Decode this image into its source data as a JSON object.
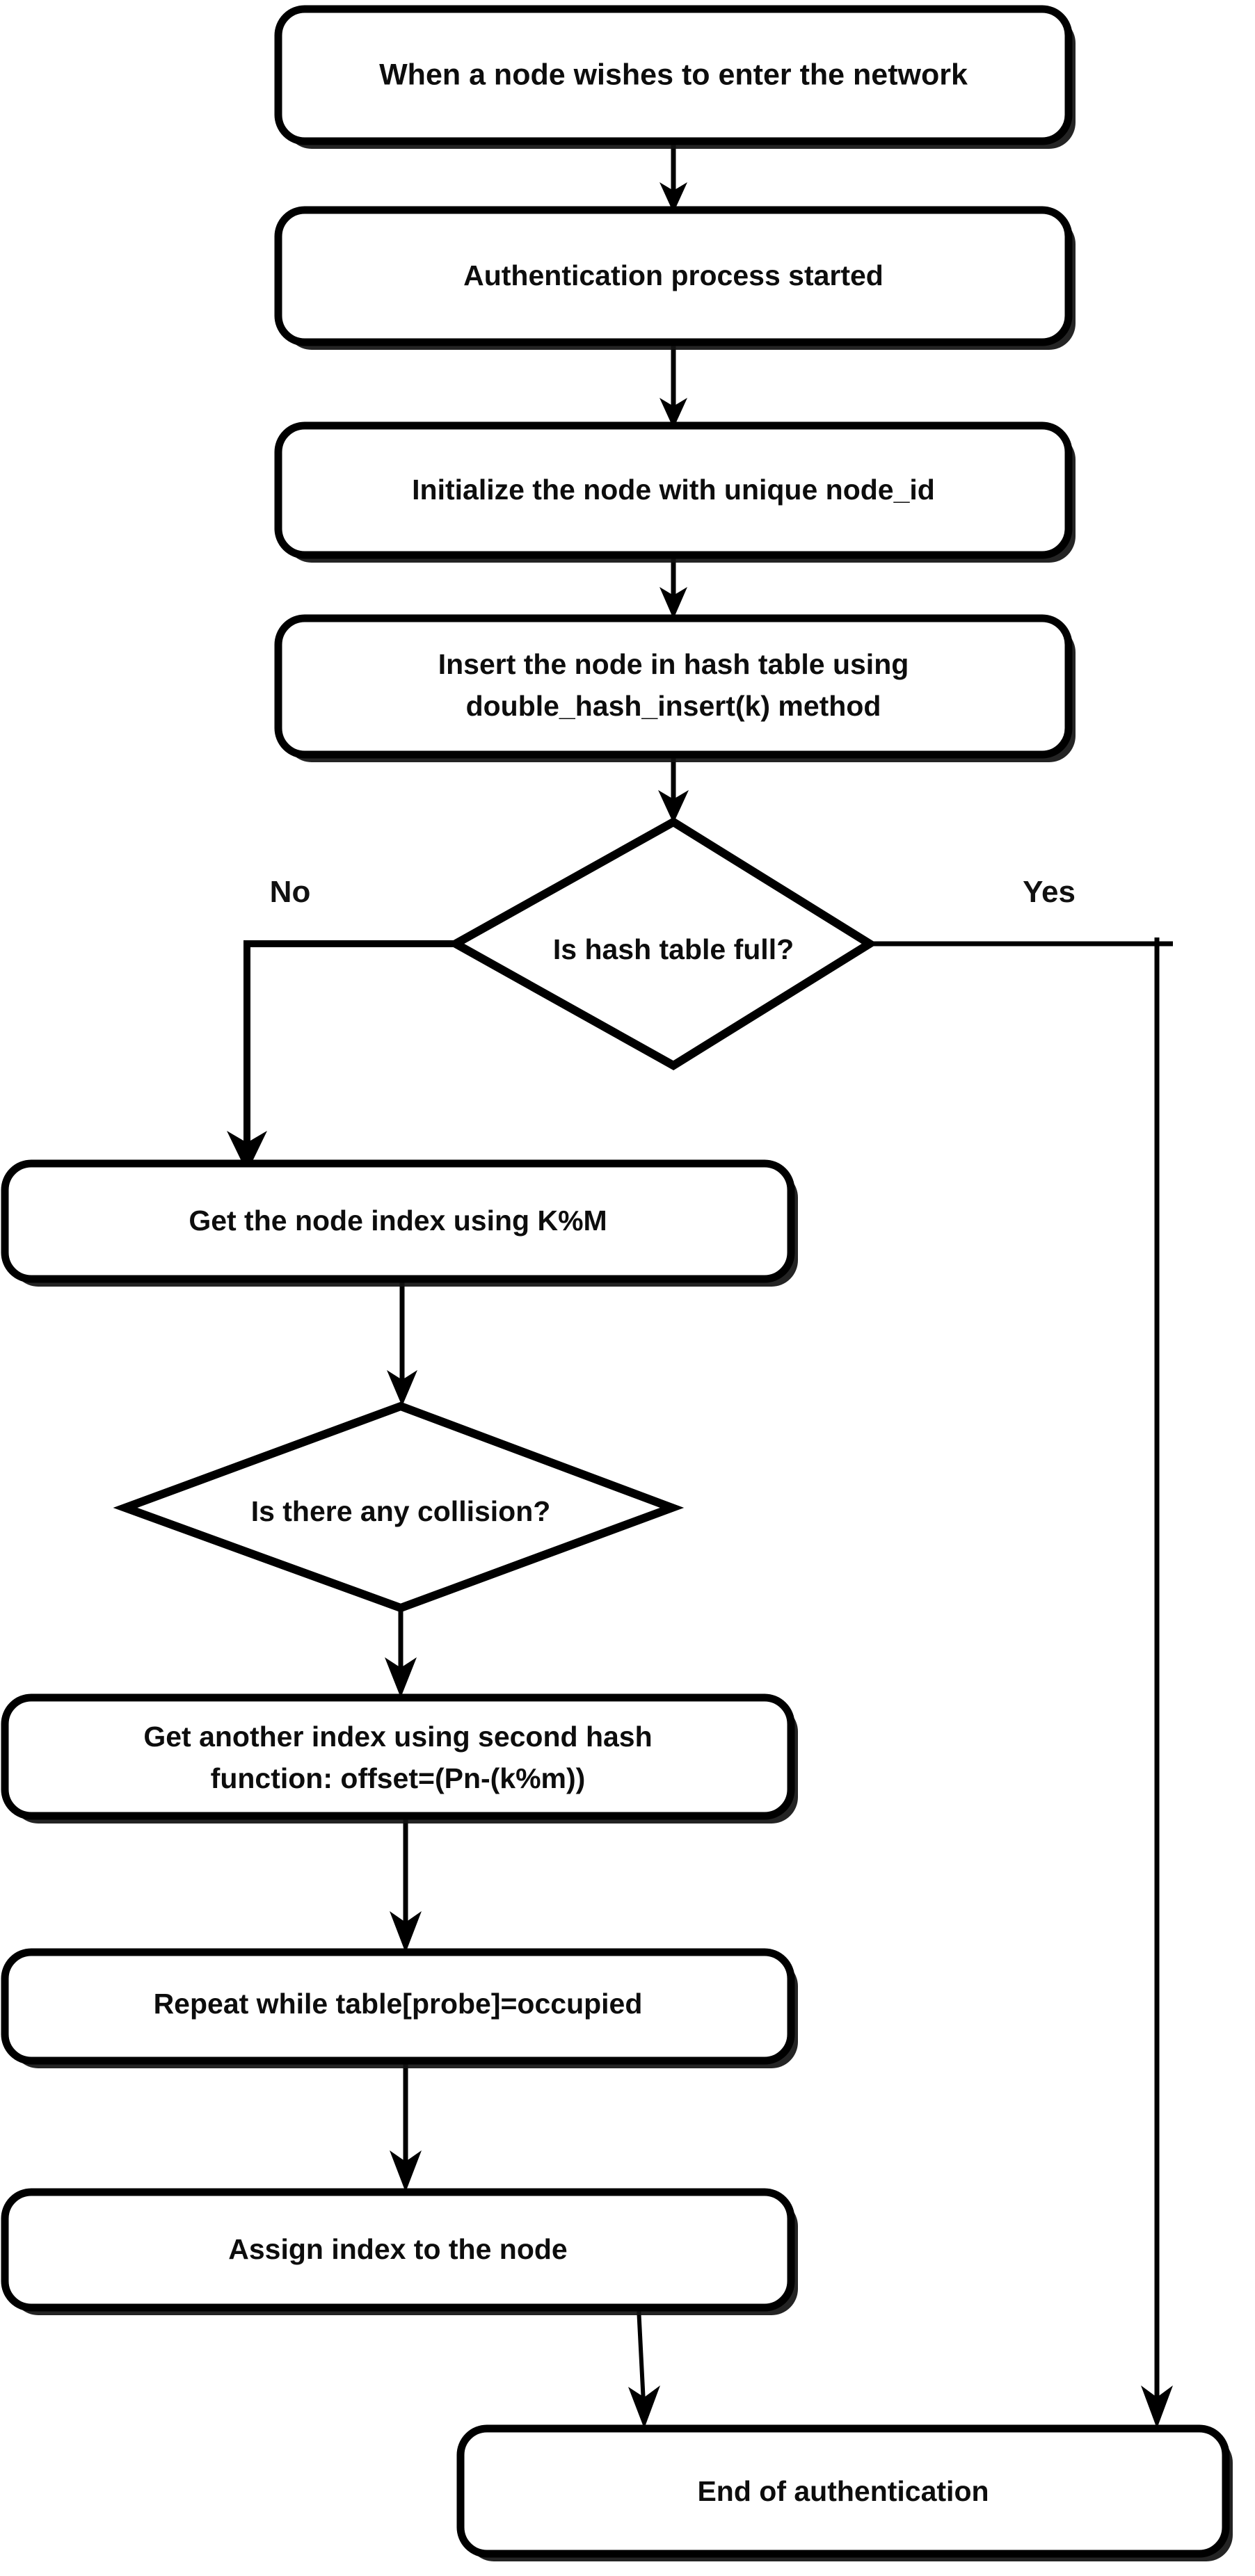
{
  "diagram": {
    "title": "Node authentication double hashing flowchart",
    "type": "flowchart",
    "background_color": "#ffffff",
    "line_color": "#000000",
    "text_color": "#0d0d0d",
    "nodes": [
      {
        "id": "start",
        "shape": "rounded-rectangle",
        "lines": [
          "When a node  wishes to enter the network"
        ]
      },
      {
        "id": "auth-started",
        "shape": "rounded-rectangle",
        "lines": [
          "Authentication process started"
        ]
      },
      {
        "id": "init-node",
        "shape": "rounded-rectangle",
        "lines": [
          "Initialize the node with unique node_id"
        ]
      },
      {
        "id": "insert-node",
        "shape": "rounded-rectangle",
        "lines": [
          "Insert the node in hash table using",
          "double_hash_insert(k) method"
        ]
      },
      {
        "id": "is-table-full",
        "shape": "diamond",
        "lines": [
          "Is hash table full?"
        ]
      },
      {
        "id": "get-index",
        "shape": "rounded-rectangle",
        "lines": [
          "Get the node index using K%M"
        ]
      },
      {
        "id": "is-collision",
        "shape": "diamond",
        "lines": [
          "Is there any collision?"
        ]
      },
      {
        "id": "second-hash",
        "shape": "rounded-rectangle",
        "lines": [
          "Get another index using second hash",
          "function: offset=(Pn-(k%m))"
        ]
      },
      {
        "id": "repeat-probe",
        "shape": "rounded-rectangle",
        "lines": [
          "Repeat while table[probe]=occupied"
        ]
      },
      {
        "id": "assign-index",
        "shape": "rounded-rectangle",
        "lines": [
          "Assign index to the node"
        ]
      },
      {
        "id": "end-auth",
        "shape": "rounded-rectangle",
        "lines": [
          "End of authentication"
        ]
      }
    ],
    "edge_labels": {
      "no": "No",
      "yes": "Yes"
    }
  }
}
